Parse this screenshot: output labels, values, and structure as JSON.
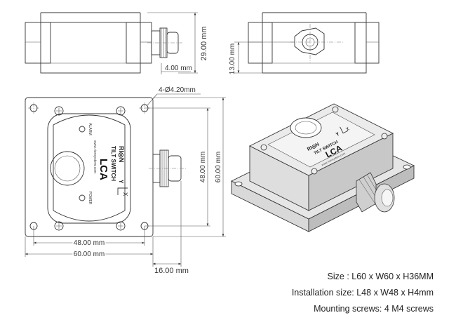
{
  "dimensions": {
    "height_29": "29.00 mm",
    "offset_4": "4.00 mm",
    "height_13": "13.00 mm",
    "hole_dia": "4-Ø4.20mm",
    "len_48_h": "48.00 mm",
    "len_60_h": "60.00 mm",
    "len_48_v": "48.00 mm",
    "len_60_v": "60.00 mm",
    "gland_16": "16.00 mm"
  },
  "device_labels": {
    "brand": "RI◎N",
    "model": "LCA",
    "product": "TILT SWITCH",
    "website": "www.rionsystem.com",
    "alarm": "ALARM",
    "power": "POWER",
    "axis_y": "Y",
    "axis_x": "X"
  },
  "specs": {
    "size": "Size : L60 x W60 x H36MM",
    "installation": "Installation size: L48 x W48 x H4mm",
    "screws": "Mounting screws: 4 M4 screws"
  }
}
